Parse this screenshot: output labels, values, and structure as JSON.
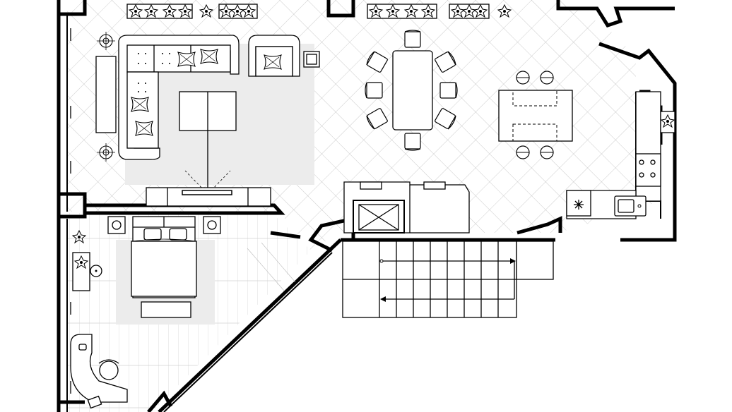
{
  "plan": {
    "rooms": [
      {
        "id": "living",
        "furniture": [
          "sofa",
          "armchair",
          "coffee-table",
          "tv-console",
          "side-table",
          "floor-lamp",
          "floor-lamp",
          "plant-planter",
          "plant-planter"
        ]
      },
      {
        "id": "dining",
        "furniture": [
          "dining-table",
          "dining-chair",
          "dining-chair",
          "dining-chair",
          "dining-chair",
          "dining-chair",
          "dining-chair",
          "dining-chair",
          "dining-chair",
          "plant-planter",
          "plant-planter"
        ]
      },
      {
        "id": "kitchen",
        "furniture": [
          "kitchen-island",
          "bar-stool",
          "bar-stool",
          "bar-stool",
          "bar-stool",
          "cooktop",
          "sink",
          "refrigerator"
        ]
      },
      {
        "id": "bedroom",
        "furniture": [
          "double-bed",
          "nightstand",
          "nightstand",
          "bench",
          "desk",
          "desk-chair",
          "wardrobe"
        ]
      },
      {
        "id": "stairwell",
        "furniture": [
          "staircase",
          "elevator"
        ]
      }
    ],
    "icons": [
      "plant-icon",
      "lamp-icon",
      "pillow-icon",
      "stove-burner-icon",
      "sink-icon",
      "elevator-icon",
      "stair-arrow-icon"
    ]
  }
}
